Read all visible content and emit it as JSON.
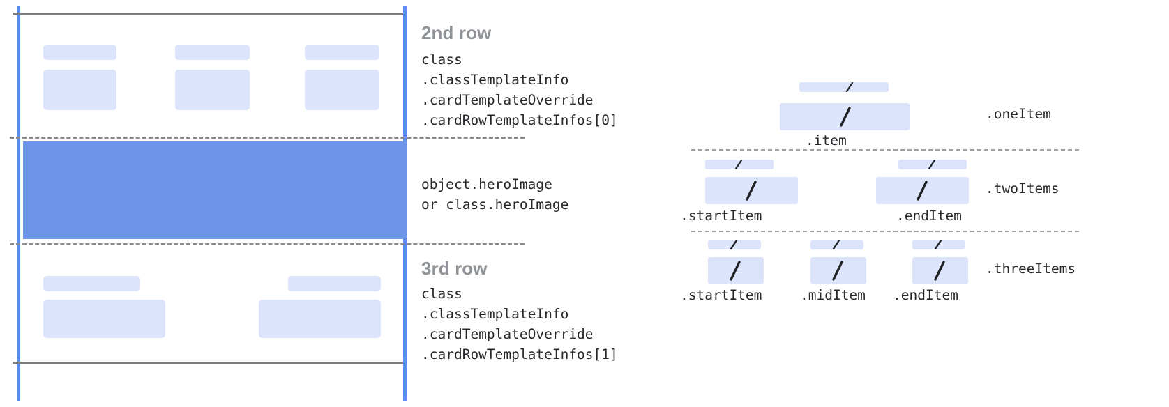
{
  "card_diagram": {
    "rows": [
      {
        "title": "2nd row",
        "code": "class\n.classTemplateInfo\n.cardTemplateOverride\n.cardRowTemplateInfos[0]"
      },
      {
        "title": "",
        "code": "object.heroImage\nor class.heroImage"
      },
      {
        "title": "3rd row",
        "code": "class\n.classTemplateInfo\n.cardTemplateOverride\n.cardRowTemplateInfos[1]"
      }
    ],
    "colors": {
      "placeholder": "#dbe4fb",
      "hero": "#6c95e9",
      "rail": "#5b8def",
      "rule": "#7b7b7b",
      "dashed": "#8a8a8a",
      "title": "#8f9296",
      "code": "#26282b"
    }
  },
  "item_diagram": {
    "groups": [
      {
        "row_label": ".oneItem",
        "items": [
          {
            "caption": ".item"
          }
        ]
      },
      {
        "row_label": ".twoItems",
        "items": [
          {
            "caption": ".startItem"
          },
          {
            "caption": ".endItem"
          }
        ]
      },
      {
        "row_label": ".threeItems",
        "items": [
          {
            "caption": ".startItem"
          },
          {
            "caption": ".midItem"
          },
          {
            "caption": ".endItem"
          }
        ]
      }
    ],
    "slash_glyph": "/"
  }
}
